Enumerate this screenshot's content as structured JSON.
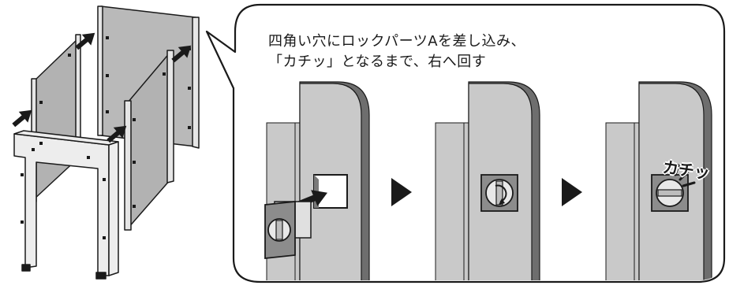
{
  "instruction": {
    "line1": "四角い穴にロックパーツAを差し込み、",
    "line2": "「カチッ」となるまで、右へ回す"
  },
  "sound_effect": "カチッ",
  "colors": {
    "panel": "#b8b8b8",
    "panel_dark": "#8f8f8f",
    "outline": "#1a1a1a",
    "wall": "#c9c9c9",
    "wall_edge": "#6e6e6e"
  },
  "icons": [
    "arrow-icon",
    "play-triangle-icon",
    "rotate-arrow-icon"
  ]
}
